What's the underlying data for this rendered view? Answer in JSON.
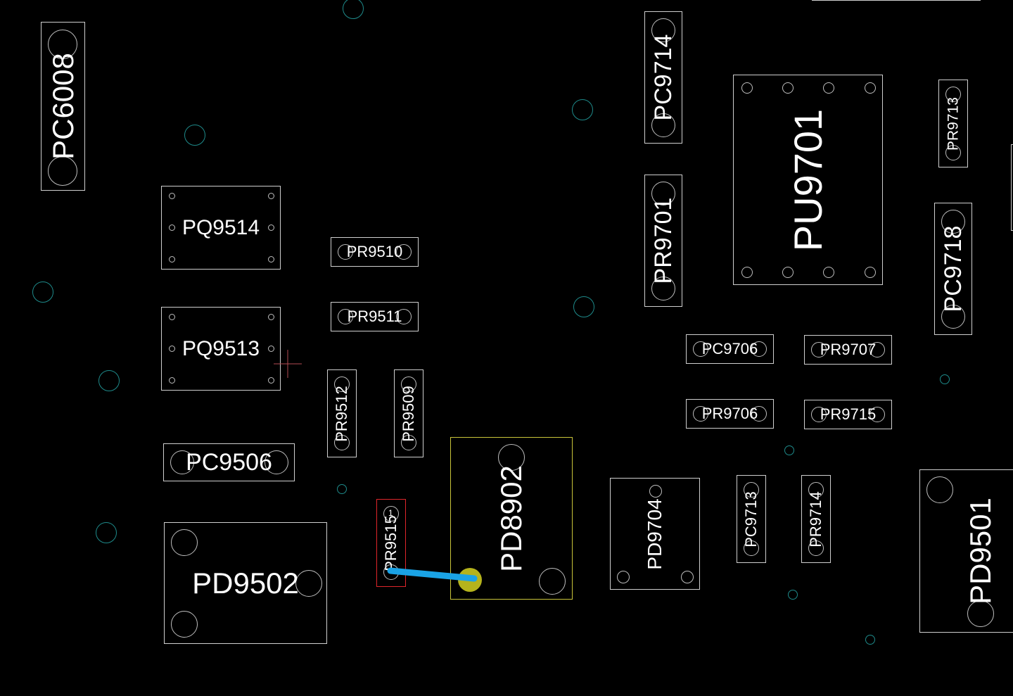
{
  "board": {
    "background": "#000000",
    "outline_color": "#cfcfcf",
    "selected_color": "#e0262b",
    "highlight_color": "#c9c43a",
    "via_color": "#1e8a8a",
    "trace_color": "#1aa3e6",
    "pad_highlight_color": "#b5b31c",
    "cursor_color": "#b24a52"
  },
  "components": [
    {
      "ref": "PC6008"
    },
    {
      "ref": "PQ9514"
    },
    {
      "ref": "PQ9513"
    },
    {
      "ref": "PR9510"
    },
    {
      "ref": "PR9511"
    },
    {
      "ref": "PR9512"
    },
    {
      "ref": "PR9509"
    },
    {
      "ref": "PC9506"
    },
    {
      "ref": "PD9502"
    },
    {
      "ref": "PR9515",
      "pin1_mark": "1",
      "selected": true
    },
    {
      "ref": "PD8902",
      "highlighted": true
    },
    {
      "ref": "PC9714"
    },
    {
      "ref": "PR9701"
    },
    {
      "ref": "PU9701"
    },
    {
      "ref": "PR9713"
    },
    {
      "ref": "PC9718"
    },
    {
      "ref": "PC9706"
    },
    {
      "ref": "PR9707"
    },
    {
      "ref": "PR9706"
    },
    {
      "ref": "PR9715"
    },
    {
      "ref": "PD9704"
    },
    {
      "ref": "PC9713"
    },
    {
      "ref": "PR9714"
    },
    {
      "ref": "PD9501"
    }
  ]
}
